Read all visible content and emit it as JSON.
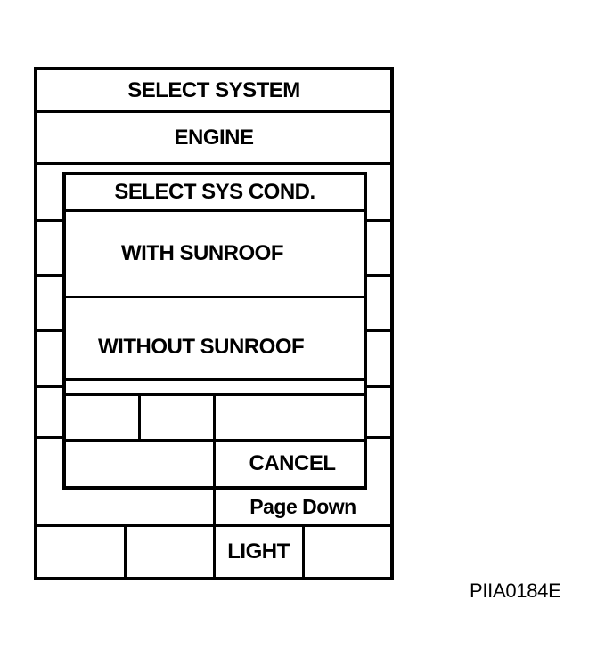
{
  "screen": {
    "header": "SELECT SYSTEM",
    "system_item": "ENGINE",
    "page_down_label": "Page Down",
    "light_label": "LIGHT"
  },
  "dialog": {
    "title": "SELECT SYS COND.",
    "options": [
      "WITH SUNROOF",
      "WITHOUT SUNROOF"
    ],
    "cancel_label": "CANCEL"
  },
  "figure_code": "PIIA0184E"
}
